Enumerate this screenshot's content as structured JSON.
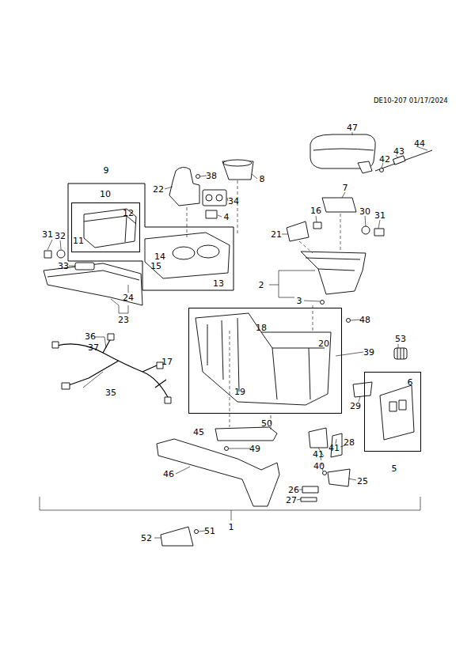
{
  "diagram": {
    "nodes": [
      {
        "text": [
          "9",
          "14",
          "15",
          "13"
        ]
      },
      {
        "text": [
          "10",
          "11",
          "12"
        ],
        "in": 0
      },
      {
        "text": [
          "17",
          "18",
          "20",
          "19"
        ]
      },
      {
        "text": [
          "5",
          "6"
        ]
      }
    ],
    "labels": [
      "DE10-207 01/17/2024",
      "47",
      "44",
      "43",
      "42",
      "38",
      "8",
      "22",
      "34",
      "4",
      "7",
      "16",
      "30",
      "31",
      "21",
      "31",
      "32",
      "33",
      "2",
      "3",
      "24",
      "23",
      "48",
      "39",
      "36",
      "37",
      "35",
      "53",
      "29",
      "50",
      "45",
      "49",
      "41",
      "41",
      "28",
      "46",
      "40",
      "25",
      "26",
      "27",
      "1",
      "52",
      "51"
    ]
  }
}
